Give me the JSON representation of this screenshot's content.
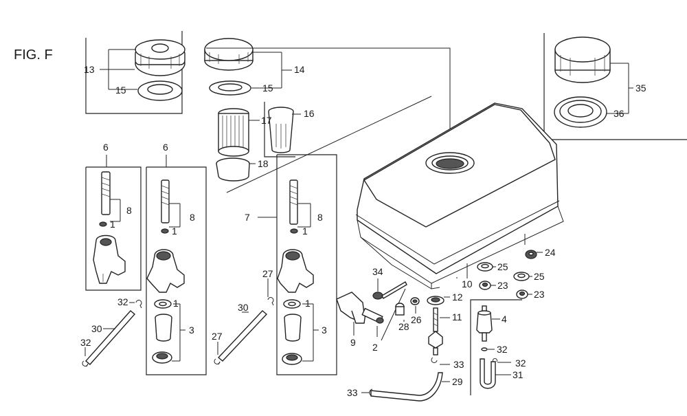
{
  "figure_title": "FIG. F",
  "callouts": {
    "p1_a": "1",
    "p1_b": "1",
    "p1_c": "1",
    "p1_d": "1",
    "p1_e": "1",
    "p2": "2",
    "p3_a": "3",
    "p3_b": "3",
    "p4": "4",
    "p6_a": "6",
    "p6_b": "6",
    "p7": "7",
    "p8_a": "8",
    "p8_b": "8",
    "p8_c": "8",
    "p9": "9",
    "p10": "10",
    "p11": "11",
    "p12": "12",
    "p13": "13",
    "p14": "14",
    "p15_a": "15",
    "p15_b": "15",
    "p16": "16",
    "p17": "17",
    "p18": "18",
    "p23_a": "23",
    "p23_b": "23",
    "p24": "24",
    "p25_a": "25",
    "p25_b": "25",
    "p26": "26",
    "p27_a": "27",
    "p27_b": "27",
    "p28": "28",
    "p29": "29",
    "p30_a": "30",
    "p30_b": "30",
    "p31": "31",
    "p32_a": "32",
    "p32_b": "32",
    "p32_c": "32",
    "p32_d": "32",
    "p33_a": "33",
    "p33_b": "33",
    "p34": "34",
    "p35": "35",
    "p36": "36"
  }
}
